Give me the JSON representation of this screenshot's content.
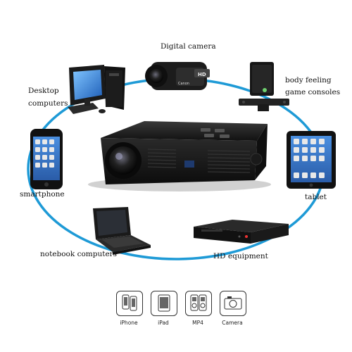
{
  "labels": {
    "digital_camera": "Digital camera",
    "body_feeling_1": "body feeling",
    "body_feeling_2": "game consoles",
    "desktop_1": "Desktop",
    "desktop_2": "computers",
    "smartphone": "smartphone",
    "tablet": "tablet",
    "notebook": "notebook computers",
    "hd": "HD equipment"
  },
  "camera_screen_text": "HD",
  "camera_brand": "Canon",
  "compat_icons": [
    {
      "name": "iphone-icon",
      "label": "iPhone"
    },
    {
      "name": "ipad-icon",
      "label": "iPad"
    },
    {
      "name": "mp4-icon",
      "label": "MP4"
    },
    {
      "name": "camera-icon",
      "label": "Camera"
    }
  ],
  "colors": {
    "ring": "#1e9ad6",
    "projector": "#1b1b1b",
    "screen_blue": "#2a7fd0"
  }
}
